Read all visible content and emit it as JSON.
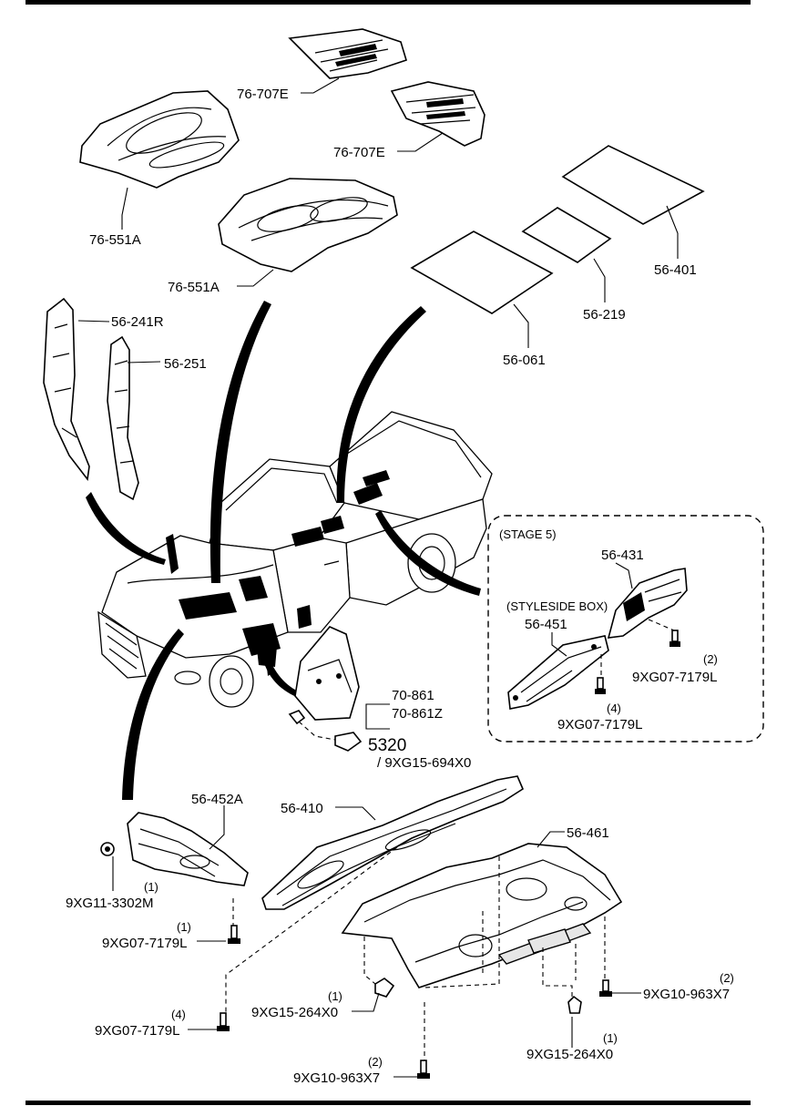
{
  "diagram": {
    "labels": {
      "p76_707E_a": "76-707E",
      "p76_707E_b": "76-707E",
      "p76_551A_a": "76-551A",
      "p76_551A_b": "76-551A",
      "p56_401": "56-401",
      "p56_219": "56-219",
      "p56_061": "56-061",
      "p56_241R": "56-241R",
      "p56_251": "56-251",
      "stage": "(STAGE 5)",
      "p56_431": "56-431",
      "styleside": "(STYLESIDE BOX)",
      "p56_451": "56-451",
      "qty_2_a": "(2)",
      "bolt_7179L_a": "9XG07-7179L",
      "qty_4_a": "(4)",
      "bolt_7179L_b": "9XG07-7179L",
      "p70_861": "70-861",
      "p70_861Z": "70-861Z",
      "p5320": "5320",
      "p694X0": "/ 9XG15-694X0",
      "p56_452A": "56-452A",
      "p56_410": "56-410",
      "p56_461": "56-461",
      "qty_1_a": "(1)",
      "nut_3302M": "9XG11-3302M",
      "qty_1_b": "(1)",
      "bolt_7179L_c": "9XG07-7179L",
      "qty_1_c": "(1)",
      "clip_264X0_a": "9XG15-264X0",
      "qty_4_b": "(4)",
      "bolt_7179L_d": "9XG07-7179L",
      "qty_2_b": "(2)",
      "bolt_963X7_a": "9XG10-963X7",
      "qty_2_c": "(2)",
      "bolt_963X7_b": "9XG10-963X7",
      "qty_1_d": "(1)",
      "clip_264X0_b": "9XG15-264X0"
    }
  }
}
